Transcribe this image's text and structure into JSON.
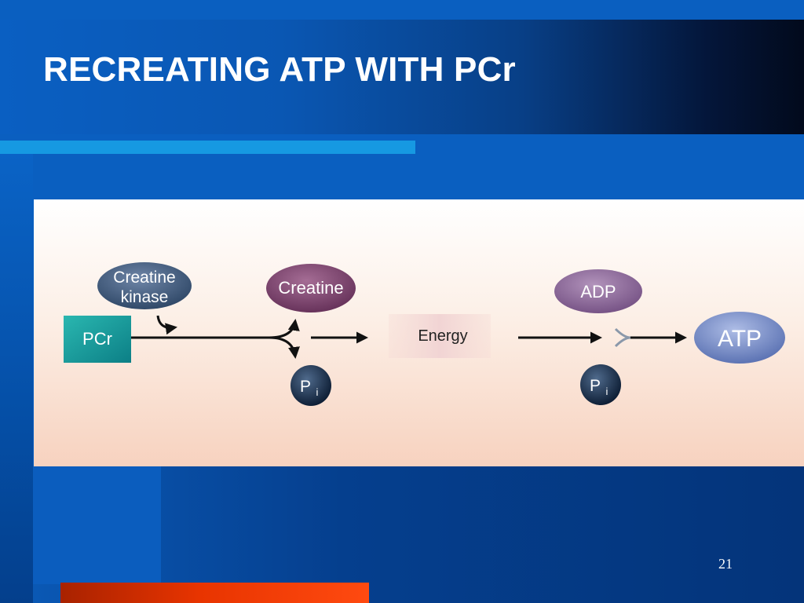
{
  "slide": {
    "title": "RECREATING ATP WITH PCr",
    "number": "21"
  },
  "diagram": {
    "pcr": "PCr",
    "enzyme_line1": "Creatine",
    "enzyme_line2": "kinase",
    "creatine": "Creatine",
    "pi_left_main": "P",
    "pi_left_sub": "i",
    "energy": "Energy",
    "adp": "ADP",
    "pi_right_main": "P",
    "pi_right_sub": "i",
    "atp": "ATP"
  },
  "colors": {
    "background_blue": "#0a5fc0",
    "accent_bar": "#1699e2",
    "footer_bar": "#e83400",
    "pcr_box": "#159e9e",
    "enzyme_oval": "#3a5478",
    "creatine_oval": "#7b3f6c",
    "adp_oval": "#8a6296",
    "atp_oval": "#6f86c4",
    "pi_sphere": "#102846"
  }
}
